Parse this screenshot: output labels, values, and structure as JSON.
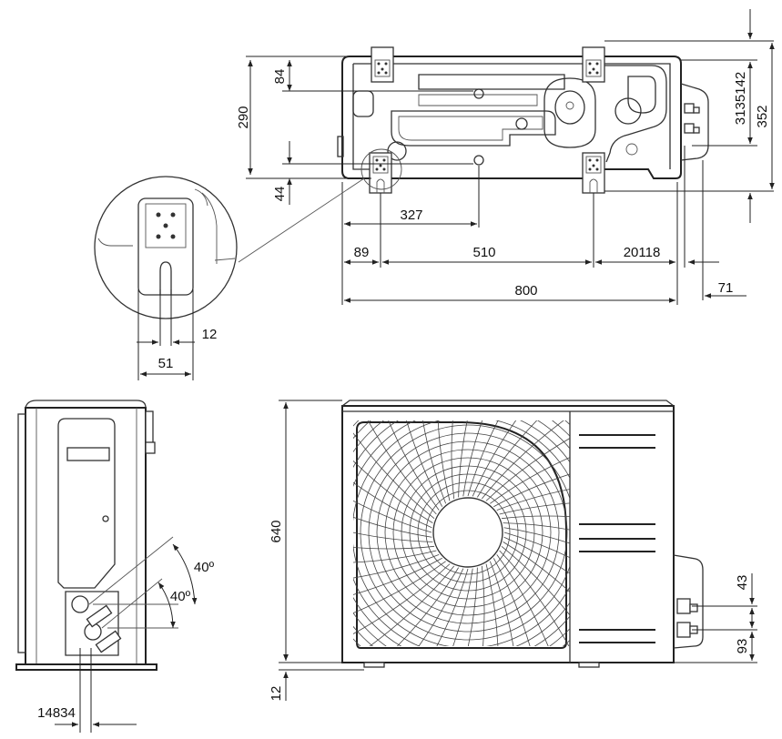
{
  "top_view": {
    "dims": {
      "d290": "290",
      "d84": "84",
      "d44": "44",
      "d327": "327",
      "d89": "89",
      "d510": "510",
      "d20118": "20118",
      "d800": "800",
      "d71": "71",
      "d3135142": "3135142",
      "d352": "352"
    }
  },
  "detail_view": {
    "dims": {
      "d12": "12",
      "d51": "51"
    }
  },
  "side_view": {
    "dims": {
      "a40_outer": "40º",
      "a40_inner": "40º",
      "d14834": "14834"
    }
  },
  "front_view": {
    "dims": {
      "d640": "640",
      "d12": "12",
      "d43": "43",
      "d93": "93"
    }
  }
}
